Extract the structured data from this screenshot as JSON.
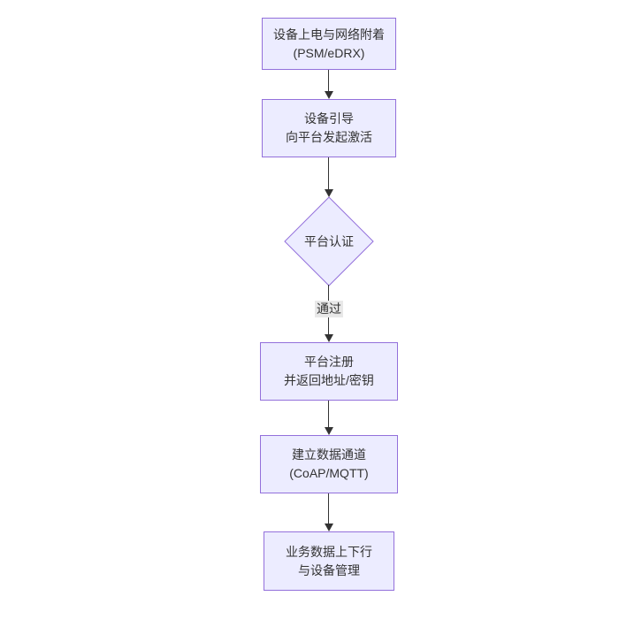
{
  "page": {
    "background": "#ffffff"
  },
  "diagram": {
    "type": "flowchart",
    "direction": "top-down",
    "colors": {
      "node_fill": "#ECECFF",
      "node_border": "#9370DB",
      "text": "#333333",
      "arrow": "#333333",
      "edge_label_bg": "#e8e8e8"
    },
    "nodes": [
      {
        "id": "A",
        "shape": "rect",
        "lines": [
          "设备上电与网络附着",
          "(PSM/eDRX)"
        ]
      },
      {
        "id": "B",
        "shape": "rect",
        "lines": [
          "设备引导",
          "向平台发起激活"
        ]
      },
      {
        "id": "C",
        "shape": "diamond",
        "lines": [
          "平台认证"
        ]
      },
      {
        "id": "D",
        "shape": "rect",
        "lines": [
          "平台注册",
          "并返回地址/密钥"
        ]
      },
      {
        "id": "E",
        "shape": "rect",
        "lines": [
          "建立数据通道",
          "(CoAP/MQTT)"
        ]
      },
      {
        "id": "F",
        "shape": "rect",
        "lines": [
          "业务数据上下行",
          "与设备管理"
        ]
      }
    ],
    "edges": [
      {
        "from": "A",
        "to": "B",
        "label": ""
      },
      {
        "from": "B",
        "to": "C",
        "label": ""
      },
      {
        "from": "C",
        "to": "D",
        "label": "通过"
      },
      {
        "from": "D",
        "to": "E",
        "label": ""
      },
      {
        "from": "E",
        "to": "F",
        "label": ""
      }
    ]
  }
}
